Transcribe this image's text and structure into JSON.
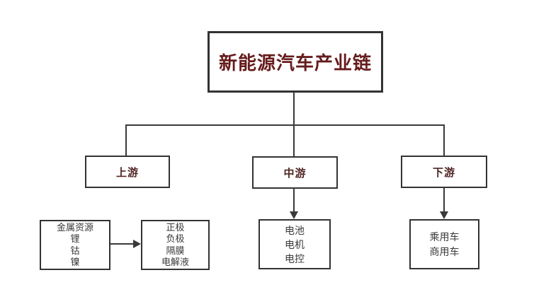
{
  "diagram": {
    "title": "新能源汽车产业链",
    "branches": {
      "upstream": "上游",
      "midstream": "中游",
      "downstream": "下游"
    },
    "nodes": {
      "metal_resources": {
        "lines": [
          "金属资源",
          "锂",
          "钴",
          "镍"
        ]
      },
      "battery_materials": {
        "lines": [
          "正极",
          "负极",
          "隔膜",
          "电解液"
        ]
      },
      "powertrain": {
        "lines": [
          "电池",
          "电机",
          "电控"
        ]
      },
      "vehicles": {
        "lines": [
          "乘用车",
          "商用车"
        ]
      }
    },
    "colors": {
      "title_text": "#661c1c",
      "branch_text": "#512424",
      "node_text": "#3a3a3a",
      "line": "#3a3a3a",
      "border": "#333333",
      "background": "#ffffff"
    }
  }
}
